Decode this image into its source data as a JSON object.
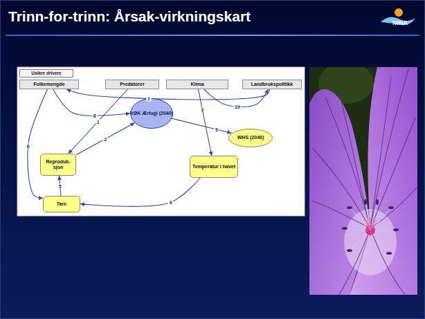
{
  "diagram": {
    "title": "Trinn-for-trinn: Årsak-virkningskart",
    "nodes": [
      {
        "text": [
          "Usikre drivere"
        ]
      },
      {
        "text": [
          "Folkemengde"
        ]
      },
      {
        "text": [
          "Predatorer"
        ]
      },
      {
        "text": [
          "Klima"
        ]
      },
      {
        "text": [
          "Landbrukspolitikk"
        ]
      },
      {
        "text": [
          "VØK Ærfugl (2040)"
        ]
      },
      {
        "text": [
          "WHS (2040)"
        ]
      },
      {
        "text": [
          "Reproduk- sjon"
        ]
      },
      {
        "text": [
          "Temperatur i havet"
        ]
      },
      {
        "text": [
          "Tare"
        ]
      }
    ],
    "edges": [
      {
        "from": 2,
        "to": 7,
        "arrow": "to",
        "label": "1"
      },
      {
        "from": 7,
        "to": 5,
        "arrow": "to",
        "label": "2"
      },
      {
        "from": 3,
        "to": 8,
        "arrow": "to",
        "label": "3"
      },
      {
        "from": 8,
        "to": 9,
        "arrow": "to",
        "label": "4"
      },
      {
        "from": 9,
        "to": 7,
        "arrow": "to",
        "label": "5"
      },
      {
        "from": 1,
        "to": 9,
        "arrow": "to",
        "label": "6"
      },
      {
        "from": 4,
        "to": 1,
        "arrow": "to",
        "label": "7"
      },
      {
        "from": 1,
        "to": 5,
        "arrow": "to",
        "label": "8"
      },
      {
        "from": 5,
        "to": 6,
        "arrow": "to",
        "label": "9"
      },
      {
        "from": 3,
        "to": 4,
        "arrow": "to",
        "label": "10"
      }
    ],
    "labels": [
      "NINA"
    ]
  }
}
